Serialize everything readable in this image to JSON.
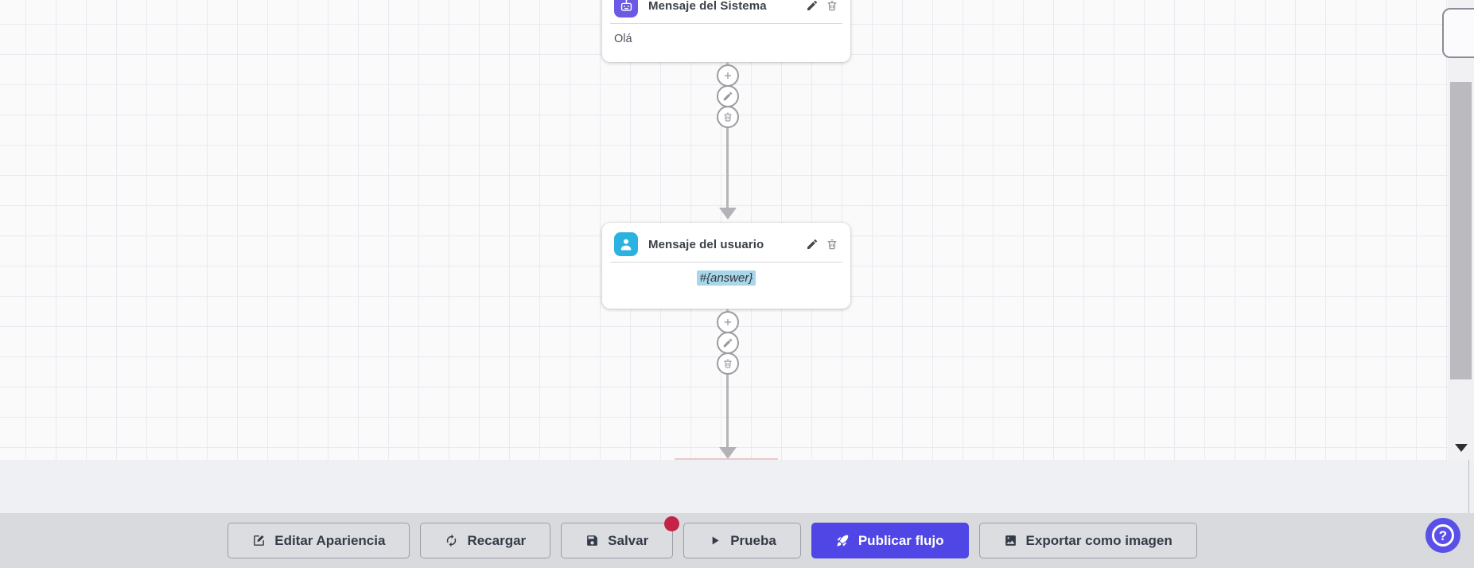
{
  "canvas": {
    "background": "#fafafb",
    "grid_color": "#e9e9f2",
    "nodes": [
      {
        "title": "Mensaje del Sistema",
        "body": "Olá",
        "icon": "robot-icon",
        "icon_bg": "#6b5be4",
        "actions": [
          "edit",
          "delete"
        ]
      },
      {
        "title": "Mensaje del usuario",
        "body": "#{answer}",
        "icon": "user-icon",
        "icon_bg": "#2bb2e0",
        "body_highlight": "#a9d6e8",
        "actions": [
          "edit",
          "delete"
        ]
      }
    ],
    "connector_actions": [
      "add",
      "edit",
      "delete"
    ],
    "connector_color": "#b5b5b9",
    "drop_line_color": "#edc6cb"
  },
  "toolbar": {
    "buttons": [
      {
        "label": "Editar Apariencia",
        "icon": "edit-box-icon"
      },
      {
        "label": "Recargar",
        "icon": "refresh-icon"
      },
      {
        "label": "Salvar",
        "icon": "save-icon",
        "has_badge": true
      },
      {
        "label": "Prueba",
        "icon": "play-icon"
      },
      {
        "label": "Publicar flujo",
        "icon": "rocket-icon",
        "style": "primary"
      },
      {
        "label": "Exportar como imagen",
        "icon": "image-icon"
      }
    ],
    "badge_color": "#c22448",
    "primary_color": "#4f46e5",
    "background": "#d9dade"
  },
  "help": {
    "label": "?",
    "icon": "question-icon",
    "color": "#5a50e8"
  }
}
